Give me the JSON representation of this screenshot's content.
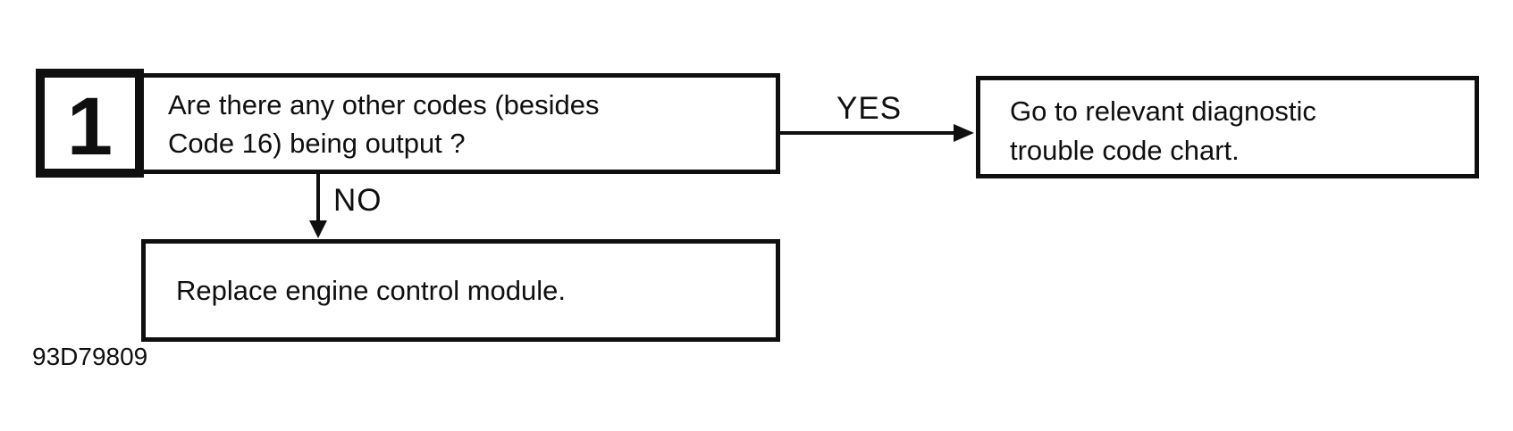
{
  "figure_code": "93D79809",
  "colors": {
    "ink": "#0f0f0f",
    "paper": "#ffffff"
  },
  "flowchart": {
    "step": {
      "number": "1"
    },
    "question_box": {
      "lines": [
        "Are there any other codes (besides",
        "Code 16) being output ?"
      ]
    },
    "yes_branch": {
      "label": "YES",
      "result_lines": [
        "Go to relevant diagnostic",
        "trouble code chart."
      ]
    },
    "no_branch": {
      "label": "NO",
      "result": "Replace engine control module."
    }
  }
}
